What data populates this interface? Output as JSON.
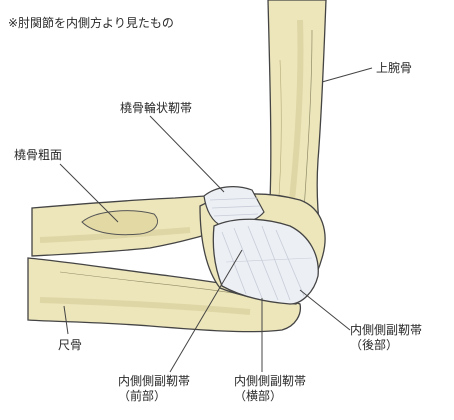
{
  "note": "※肘関節を内側方より見たもの",
  "labels": {
    "humerus": "上腕骨",
    "annular_ligament": "橈骨輪状靭帯",
    "radial_tuberosity": "橈骨粗面",
    "ulna": "尺骨",
    "mcl_posterior": [
      "内側側副靭帯",
      "（後部）"
    ],
    "mcl_anterior": [
      "内側側副靭帯",
      "（前部）"
    ],
    "mcl_transverse": [
      "内側側副靭帯",
      "（横部）"
    ]
  },
  "colors": {
    "bone_fill": "#ede6bb",
    "bone_shade": "#d6cc96",
    "ligament_fill": "#eceff4",
    "ligament_shade": "#c7ccd8",
    "outline": "#444444"
  }
}
